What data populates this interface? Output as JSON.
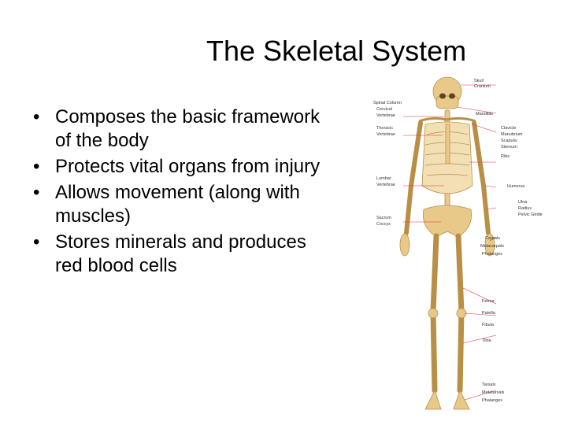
{
  "slide": {
    "title": "The Skeletal System",
    "bullets": [
      "Composes the basic framework of the body",
      "Protects vital organs from injury",
      "Allows movement (along with muscles)",
      "Stores minerals and produces red blood cells"
    ]
  },
  "figure": {
    "labels_left": {
      "spinal_column": "Spinal Column",
      "cervical": "Cervical",
      "cervical_vertebrae": "Vertebrae",
      "thoracic": "Thoracic",
      "thoracic_vertebrae": "Vertebrae",
      "lumbar": "Lumbar",
      "lumbar_vertebrae": "Vertebrae",
      "sacrum": "Sacrum",
      "coccyx": "Coccyx"
    },
    "labels_right": {
      "skull": "Skull",
      "cranium": "Cranium",
      "mandible": "Mandible",
      "clavicle": "Clavicle",
      "manubrium": "Manubrium",
      "scapula": "Scapula",
      "sternum": "Sternum",
      "ribs": "Ribs",
      "humerus": "Humerus",
      "ulna": "Ulna",
      "radius": "Radius",
      "pelvic_girdle": "Pelvic Girdle",
      "carpals": "Carpals",
      "metacarpals": "Metacarpals",
      "phalanges_hand": "Phalanges",
      "femur": "Femur",
      "patella": "Patella",
      "fibula": "Fibula",
      "tibia": "Tibia",
      "tarsals": "Tarsals",
      "metatarsals": "Metatarsals",
      "phalanges_foot": "Phalanges"
    },
    "colors": {
      "bone": "#e9c98a",
      "bone_shade": "#c9a35a",
      "leader_line": "#e0303a",
      "label_box": "#6b7fb0"
    }
  }
}
